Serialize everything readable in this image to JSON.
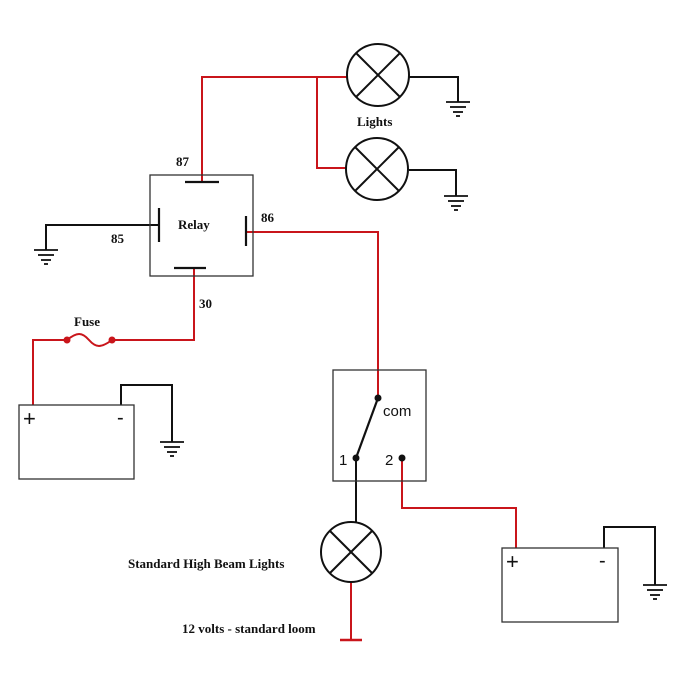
{
  "labels": {
    "lights": "Lights",
    "relay": "Relay",
    "pin_87": "87",
    "pin_86": "86",
    "pin_85": "85",
    "pin_30": "30",
    "fuse": "Fuse",
    "com": "com",
    "switch_1": "1",
    "switch_2": "2",
    "high_beam": "Standard High Beam Lights",
    "loom": "12 volts - standard loom",
    "battery_plus": "+",
    "battery_minus": "-"
  },
  "colors": {
    "positive_wire": "#c9151b",
    "negative_wire": "#111111"
  }
}
